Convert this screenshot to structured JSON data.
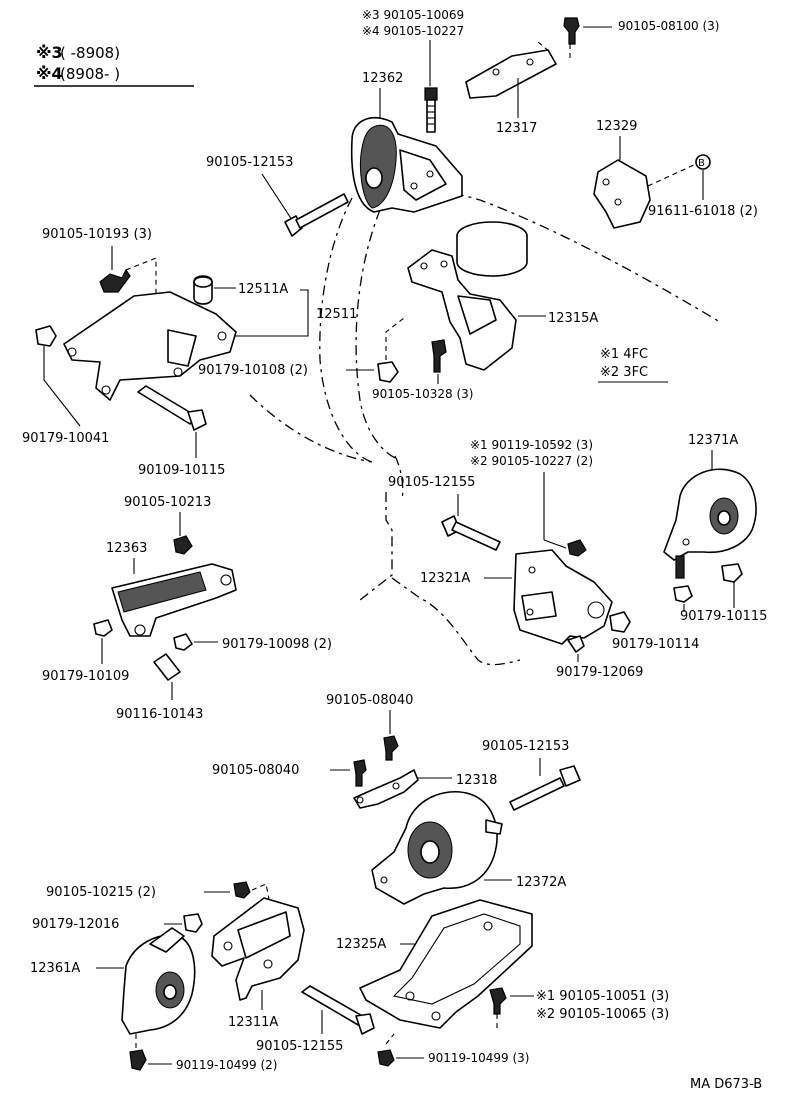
{
  "legend_top": {
    "line1_mark": "※3",
    "line1_text": "(      -8908)",
    "line2_mark": "※4",
    "line2_text": "(8908-        )"
  },
  "legend_mid": {
    "line1": "※1  4FC",
    "line2": "※2  3FC"
  },
  "footer_code": "MA  D673-B",
  "labels": {
    "top_bolt_a": "※3 90105-10069",
    "top_bolt_b": "※4 90105-10227",
    "p90105_08100": "90105-08100 (3)",
    "p12362": "12362",
    "p12317": "12317",
    "p12329": "12329",
    "p90105_12153_top": "90105-12153",
    "p91611": "91611-61018 (2)",
    "p90105_10193": "90105-10193 (3)",
    "p12511A": "12511A",
    "p12511": "12511",
    "p12315A": "12315A",
    "p90179_10108": "90179-10108 (2)",
    "p90105_10328": "90105-10328 (3)",
    "p90179_10041": "90179-10041",
    "p90109_10115": "90109-10115",
    "p90119_10592": "※1 90119-10592 (3)",
    "p90105_10227_2": "※2 90105-10227 (2)",
    "p90105_12155_mid": "90105-12155",
    "p12371A": "12371A",
    "p90105_10213": "90105-10213",
    "p12363": "12363",
    "p12321A": "12321A",
    "p90179_10115": "90179-10115",
    "p90179_10114": "90179-10114",
    "p90179_10098": "90179-10098 (2)",
    "p90179_12069": "90179-12069",
    "p90179_10109": "90179-10109",
    "p90116_10143": "90116-10143",
    "p90105_08040_a": "90105-08040",
    "p90105_08040_b": "90105-08040",
    "p12318": "12318",
    "p90105_12153_low": "90105-12153",
    "p12372A": "12372A",
    "p90105_10215": "90105-10215 (2)",
    "p90179_12016": "90179-12016",
    "p12325A": "12325A",
    "p12361A": "12361A",
    "p90105_10051": "※1  90105-10051 (3)",
    "p90105_10065": "※2  90105-10065 (3)",
    "p12311A": "12311A",
    "p90105_12155_low": "90105-12155",
    "p90119_10499_3": "90119-10499 (3)",
    "p90119_10499_2": "90119-10499 (2)",
    "badge_B": "B"
  }
}
